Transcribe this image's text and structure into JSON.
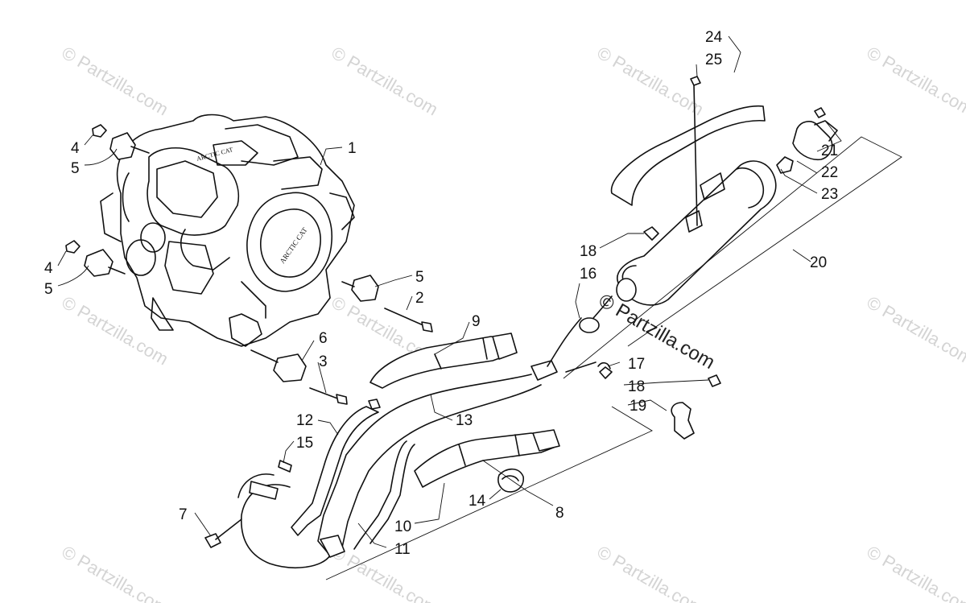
{
  "watermark": {
    "text": "© Partzilla.com"
  },
  "engine_lettering": [
    "ARCTIC CAT",
    "ARCTIC CAT"
  ],
  "callouts": {
    "c1": "1",
    "c2": "2",
    "c3": "3",
    "c4a": "4",
    "c4b": "4",
    "c5a": "5",
    "c5b": "5",
    "c5c": "5",
    "c6": "6",
    "c7": "7",
    "c8": "8",
    "c9": "9",
    "c10": "10",
    "c11": "11",
    "c12": "12",
    "c13": "13",
    "c14": "14",
    "c15": "15",
    "c16": "16",
    "c17": "17",
    "c18a": "18",
    "c18b": "18",
    "c19": "19",
    "c20": "20",
    "c21": "21",
    "c22": "22",
    "c23": "23",
    "c24": "24",
    "c25": "25"
  }
}
